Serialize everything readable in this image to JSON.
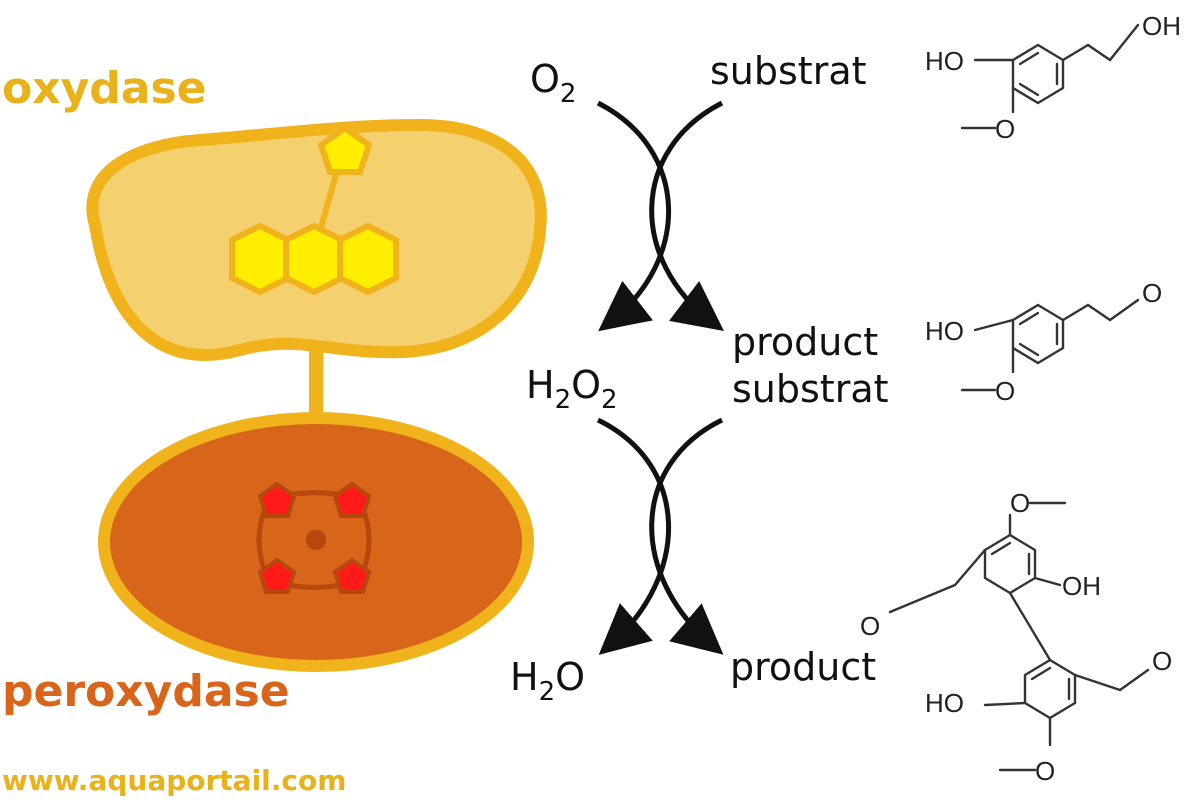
{
  "labels": {
    "oxidase": "oxydase",
    "peroxidase": "peroxydase",
    "website": "www.aquaportail.com"
  },
  "reaction_top": {
    "reactant_left": "O",
    "reactant_left_sub": "2",
    "reactant_right": "substrat",
    "product_left_a": "H",
    "product_left_sub1": "2",
    "product_left_b": "O",
    "product_left_sub2": "2",
    "product_right": "product"
  },
  "reaction_bottom": {
    "reactant_right": "substrat",
    "product_left_a": "H",
    "product_left_sub": "2",
    "product_left_b": "O",
    "product_right": "product"
  },
  "molecules": {
    "atom_HO": "HO",
    "atom_OH": "OH",
    "atom_O": "O"
  },
  "colors": {
    "oxidase_fill": "#f5d06f",
    "oxidase_outline": "#f0b31c",
    "peroxidase_fill": "#d8661a",
    "peroxidase_outline": "#f0b31c",
    "cofactor_yellow": "#ffee00",
    "heme_red": "#ff1a1a",
    "arrow": "#111111"
  },
  "icons": {
    "oxidase_cofactor": "flavin-ring-icon",
    "peroxidase_cofactor": "heme-porphyrin-icon"
  }
}
